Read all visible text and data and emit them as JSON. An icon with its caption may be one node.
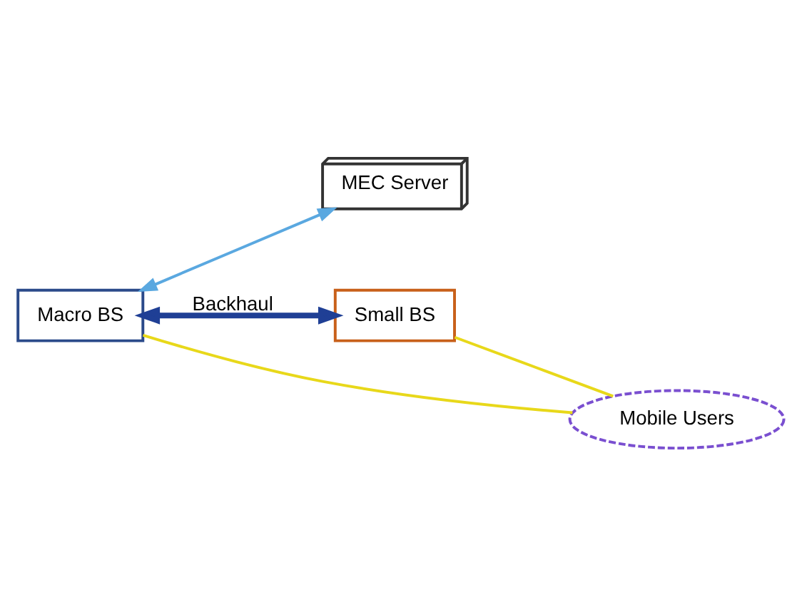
{
  "diagram": {
    "nodes": [
      {
        "text": [
          "Macro BS"
        ]
      },
      {
        "text": [
          "MEC Server"
        ]
      },
      {
        "text": [
          "Small BS"
        ]
      },
      {
        "text": [
          "Mobile Users"
        ]
      }
    ],
    "edges": [
      {
        "from": 0,
        "to": 1,
        "arrow": "both",
        "color": "#5aa8e0"
      },
      {
        "from": 0,
        "to": 2,
        "arrow": "both",
        "label": "Backhaul",
        "style": "thick",
        "color": "#1f3f95"
      },
      {
        "from": 0,
        "to": 3,
        "arrow": "none",
        "color": "#e8d81a"
      },
      {
        "from": 2,
        "to": 3,
        "arrow": "none",
        "color": "#e8d81a"
      }
    ]
  }
}
